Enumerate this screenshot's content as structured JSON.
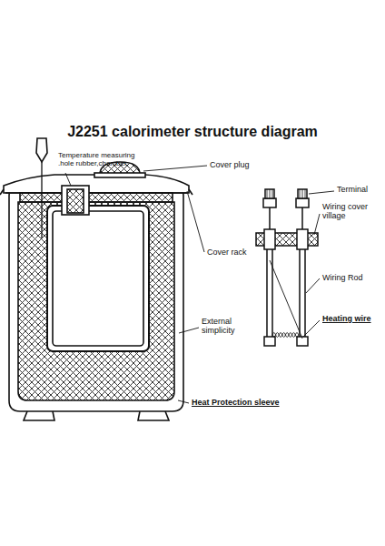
{
  "diagram": {
    "title": "J2251 calorimeter structure diagram",
    "labels": [
      "Temperature measuring .hole rubber,chamber.",
      "Cover plug",
      "Cover rack",
      "External simplicity",
      "Heat Protection sleeve",
      "Terminal",
      "Wiring cover village",
      "Wiring Rod",
      "Heating wire"
    ]
  }
}
